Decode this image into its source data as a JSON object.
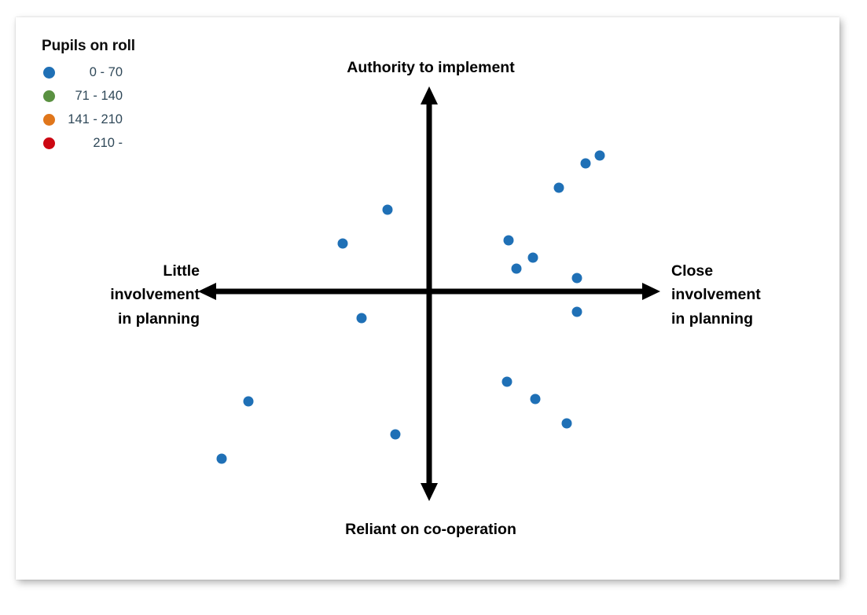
{
  "legend": {
    "title": "Pupils on roll",
    "items": [
      {
        "label": "0 - 70",
        "color": "#1f70b6"
      },
      {
        "label": "71 - 140",
        "color": "#5a9141"
      },
      {
        "label": "141 - 210",
        "color": "#e0761b"
      },
      {
        "label": "210 -",
        "color": "#cc0712"
      }
    ]
  },
  "axes": {
    "top_label": "Authority to implement",
    "bottom_label": "Reliant on co-operation",
    "left_label": "Little\ninvolvement\nin planning",
    "right_label": "Close\ninvolvement\nin planning",
    "axis_color": "#000000"
  },
  "chart_data": {
    "type": "scatter",
    "title": "",
    "xlabel": "Little involvement in planning ↔ Close involvement in planning",
    "ylabel": "Reliant on co-operation ↔ Authority to implement",
    "xlim": [
      -1,
      1
    ],
    "ylim": [
      -1,
      1
    ],
    "grid": false,
    "legend_position": "top-left",
    "axis_style": "four-quadrant-arrows",
    "series": [
      {
        "name": "0 - 70",
        "color": "#1f70b6",
        "points": [
          {
            "x": 0.738,
            "y": 0.663
          },
          {
            "x": 0.676,
            "y": 0.625
          },
          {
            "x": 0.561,
            "y": 0.506
          },
          {
            "x": 0.344,
            "y": 0.249
          },
          {
            "x": 0.449,
            "y": 0.166
          },
          {
            "x": 0.378,
            "y": 0.11
          },
          {
            "x": 0.639,
            "y": 0.065
          },
          {
            "x": -0.18,
            "y": 0.4
          },
          {
            "x": -0.374,
            "y": 0.234
          },
          {
            "x": -0.293,
            "y": -0.132
          },
          {
            "x": 0.639,
            "y": -0.101
          },
          {
            "x": 0.337,
            "y": -0.439
          },
          {
            "x": 0.459,
            "y": -0.524
          },
          {
            "x": 0.595,
            "y": -0.645
          },
          {
            "x": -0.782,
            "y": -0.535
          },
          {
            "x": -0.146,
            "y": -0.699
          },
          {
            "x": -0.898,
            "y": -0.816
          }
        ]
      },
      {
        "name": "71 - 140",
        "color": "#5a9141",
        "points": []
      },
      {
        "name": "141 - 210",
        "color": "#e0761b",
        "points": []
      },
      {
        "name": "210 -",
        "color": "#cc0712",
        "points": []
      }
    ]
  }
}
